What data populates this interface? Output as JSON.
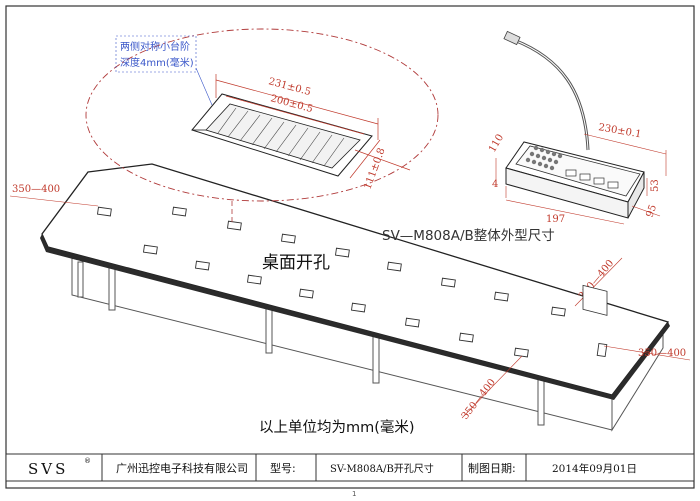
{
  "callout": {
    "line1": "两侧对称小台阶",
    "line2": "深度4mm(毫米)"
  },
  "dimensions": {
    "outer_width": "231±0.5",
    "inner_width": "200±0.5",
    "depth": "111±0.8",
    "spacing_top_left": "350—400",
    "spacing_right_top": "350—400",
    "spacing_right_bottom": "350—400",
    "spacing_bottom": "350—400",
    "device_width": "230±0.1",
    "device_depth_top": "110",
    "device_side_small": "4",
    "device_height": "53",
    "device_base_depth": "95",
    "device_bottom_width": "197"
  },
  "labels": {
    "model_title": "SV—M808A/B整体外型尺寸",
    "table_label": "桌面开孔",
    "unit_note": "以上单位均为mm(毫米)"
  },
  "title_block": {
    "logo": "SVS",
    "logo_mark": "®",
    "company": "广州迅控电子科技有限公司",
    "model_label": "型号:",
    "model_value": "SV-M808A/B开孔尺寸",
    "date_label": "制图日期:",
    "date_value": "2014年09月01日"
  },
  "footer_mark": "1"
}
